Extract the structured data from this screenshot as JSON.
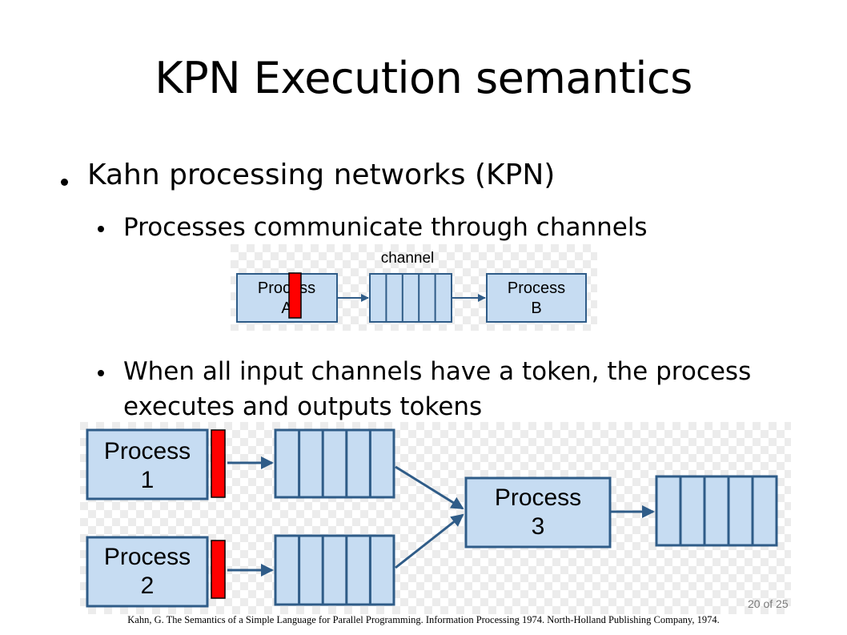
{
  "slide": {
    "title": "KPN Execution semantics",
    "bullets": {
      "kpn": "Kahn processing networks (KPN)",
      "channels": "Processes communicate through channels",
      "execution": "When all input channels have a token, the process executes and outputs tokens"
    },
    "page_number": "20 of 25",
    "citation": "Kahn, G. The Semantics of a Simple Language for Parallel Programming. Information Processing 1974. North-Holland Publishing Company, 1974."
  },
  "diagram_top": {
    "channel_label": "channel",
    "process_a_line1": "Process",
    "process_a_line2": "A",
    "process_b_line1": "Process",
    "process_b_line2": "B"
  },
  "diagram_bottom": {
    "process1_line1": "Process",
    "process1_line2": "1",
    "process2_line1": "Process",
    "process2_line2": "2",
    "process3_line1": "Process",
    "process3_line2": "3"
  },
  "colors": {
    "box_fill": "#c6dcf2",
    "box_stroke": "#2f5c88",
    "token": "#ff0000"
  }
}
